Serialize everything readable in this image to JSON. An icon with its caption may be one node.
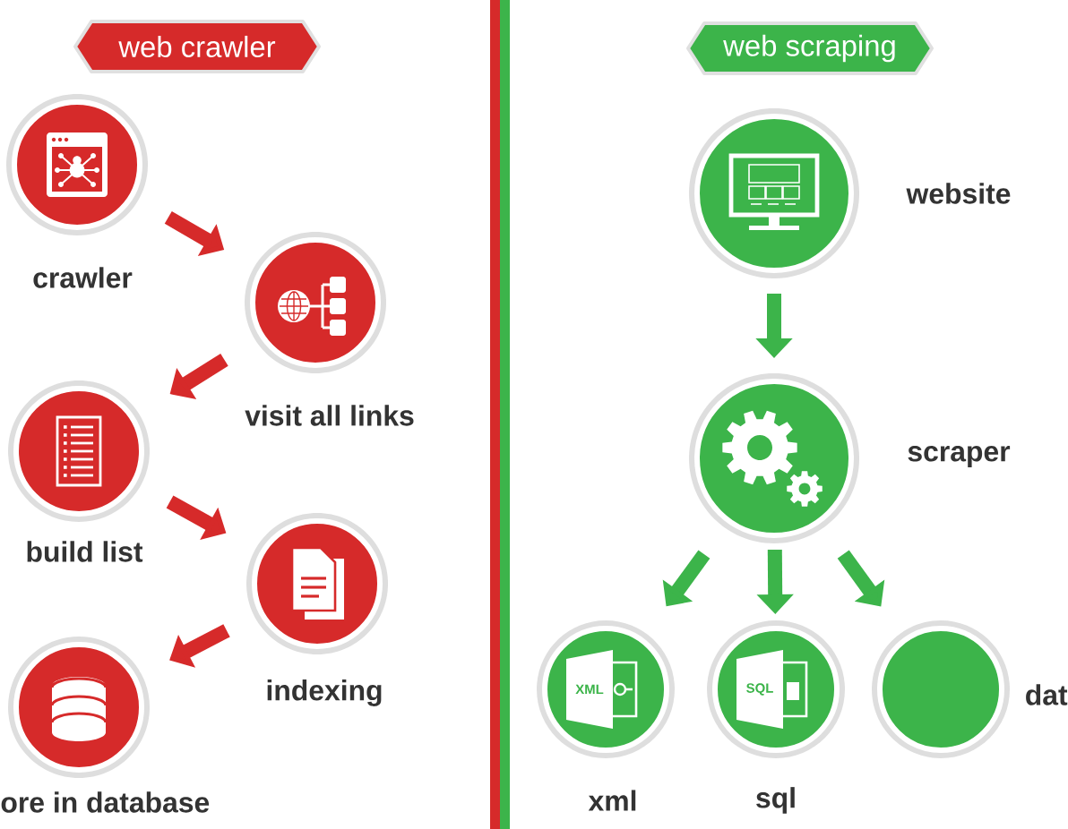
{
  "diagram": {
    "nodes": [
      {
        "text": [
          "web crawler"
        ]
      },
      {
        "text": [
          "crawler"
        ]
      },
      {
        "text": [
          "visit all links"
        ]
      },
      {
        "text": [
          "build list"
        ]
      },
      {
        "text": [
          "indexing"
        ]
      },
      {
        "text": [
          "ore in database"
        ]
      },
      {
        "text": [
          "web scraping"
        ]
      },
      {
        "text": [
          "website"
        ]
      },
      {
        "text": [
          "scraper"
        ]
      },
      {
        "text": [
          "XML",
          "xml"
        ]
      },
      {
        "text": [
          "SQL",
          "sql"
        ]
      },
      {
        "text": [],
        "shape": "circle"
      }
    ],
    "edges": [
      {
        "from": 1,
        "to": 2,
        "arrow": "to"
      },
      {
        "from": 2,
        "to": 3,
        "arrow": "to"
      },
      {
        "from": 3,
        "to": 4,
        "arrow": "to"
      },
      {
        "from": 4,
        "to": 5,
        "arrow": "to"
      },
      {
        "from": 7,
        "to": 8,
        "arrow": "to",
        "color": "#3cb44a"
      },
      {
        "from": 8,
        "to": 9,
        "arrow": "to",
        "color": "#3cb44a"
      },
      {
        "from": 8,
        "to": 10,
        "arrow": "to",
        "color": "#3cb44a"
      },
      {
        "from": 8,
        "to": 11,
        "arrow": "to",
        "color": "#3cb44a"
      }
    ],
    "labels": [
      "dat"
    ]
  }
}
